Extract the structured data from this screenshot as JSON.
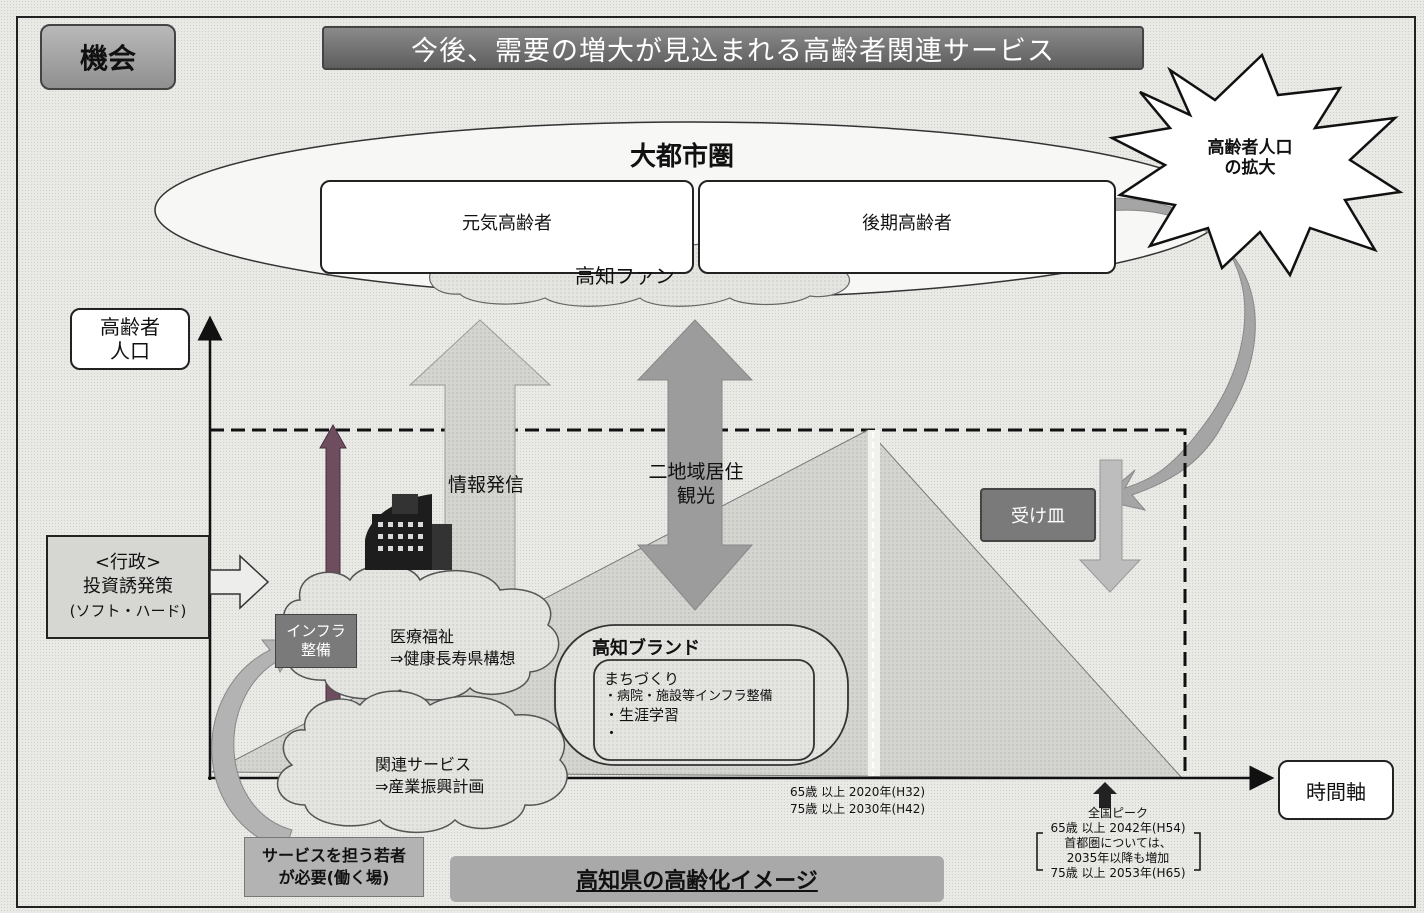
{
  "header": {
    "opportunity_label": "機会",
    "title": "今後、需要の増大が見込まれる高齢者関連サービス"
  },
  "burst": {
    "line1": "高齢者人口",
    "line2": "の拡大"
  },
  "metro": {
    "title": "大都市圏",
    "active_elderly": "元気高齢者",
    "late_elderly": "後期高齢者",
    "kochi_fans": "高知ファン"
  },
  "axes": {
    "y_label_line1": "高齢者",
    "y_label_line2": "人口",
    "x_label": "時間軸"
  },
  "flows": {
    "info": "情報発信",
    "dual_living_line1": "二地域居住",
    "dual_living_line2": "観光",
    "receiver": "受け皿"
  },
  "government": {
    "line1": "<行政>",
    "line2": "投資誘発策",
    "line3": "(ソフト・ハード)"
  },
  "infra": {
    "line1": "インフラ",
    "line2": "整備"
  },
  "medical": {
    "line1": "医療福祉",
    "line2": "⇒健康長寿県構想"
  },
  "related": {
    "line1": "関連サービス",
    "line2": "⇒産業振興計画"
  },
  "brand": {
    "title": "高知ブランド",
    "sub_title": "まちづくり",
    "item1": "・病院・施設等インフラ整備",
    "item2": "・生涯学習",
    "item3": "・"
  },
  "timeline": {
    "age65": "65歳 以上 2020年(H32)",
    "age75": "75歳 以上 2030年(H42)",
    "national_peak_title": "全国ピーク",
    "peak65": "65歳 以上 2042年(H54)",
    "capital_note1": "首都圏については、",
    "capital_note2": "2035年以降も増加",
    "peak75": "75歳 以上 2053年(H65)"
  },
  "youth": {
    "line1": "サービスを担う若者",
    "line2": "が必要(働く場)"
  },
  "footer": {
    "caption": "高知県の高齢化イメージ"
  },
  "colors": {
    "dark_gray": "#6e6e6e",
    "arrow_gray": "#a8a8a8",
    "infra_bar": "#7a4a60"
  }
}
